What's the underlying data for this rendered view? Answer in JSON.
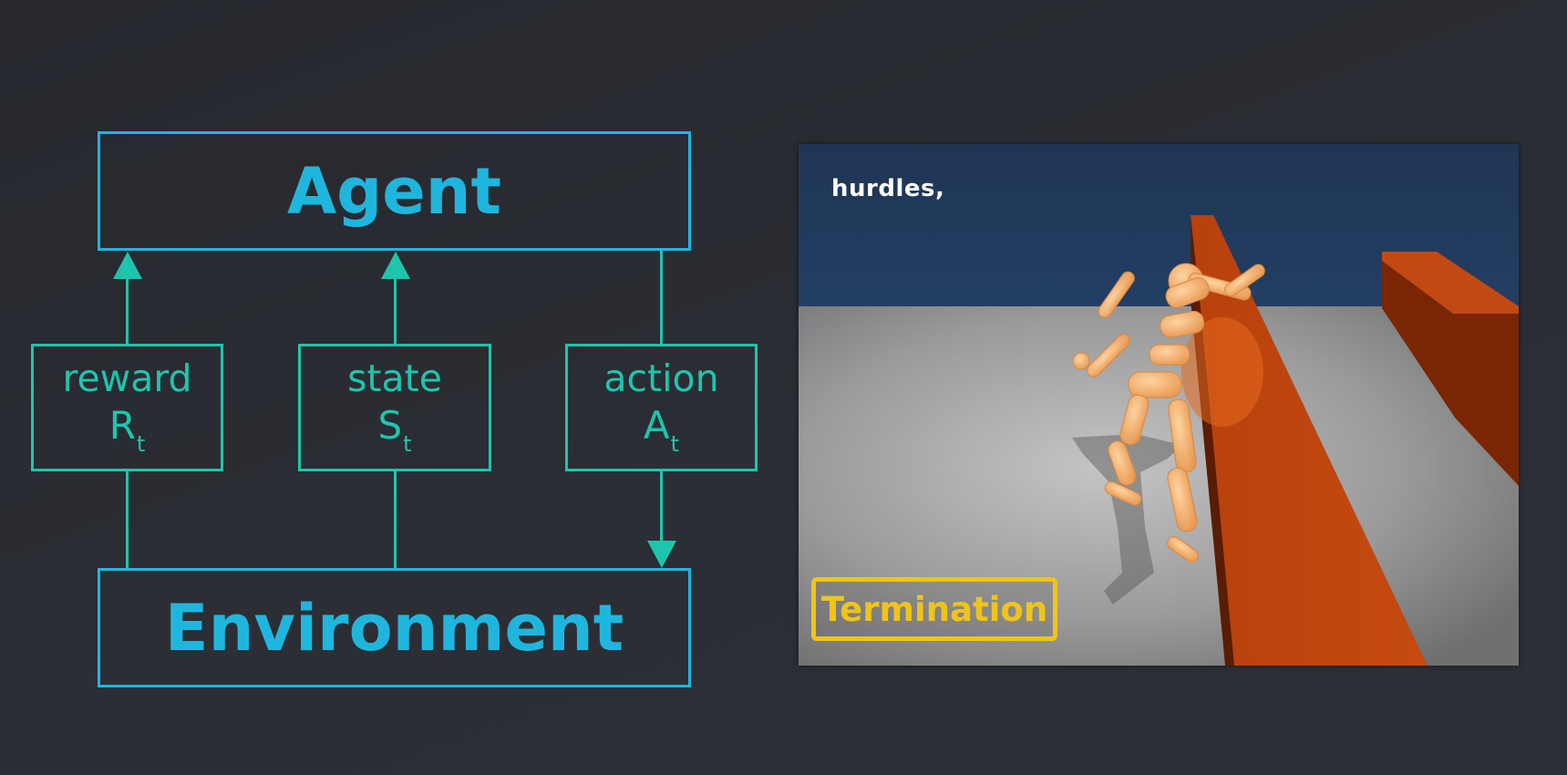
{
  "diagram": {
    "agent_label": "Agent",
    "environment_label": "Environment",
    "signals": [
      {
        "name": "reward",
        "symbol": "R",
        "subscript": "t"
      },
      {
        "name": "state",
        "symbol": "S",
        "subscript": "t"
      },
      {
        "name": "action",
        "symbol": "A",
        "subscript": "t"
      }
    ]
  },
  "video": {
    "caption": "hurdles,",
    "highlight_label": "Termination"
  },
  "colors": {
    "box_border": "#1fb6de",
    "arrow": "#1ec5ad",
    "highlight": "#f0c419"
  }
}
